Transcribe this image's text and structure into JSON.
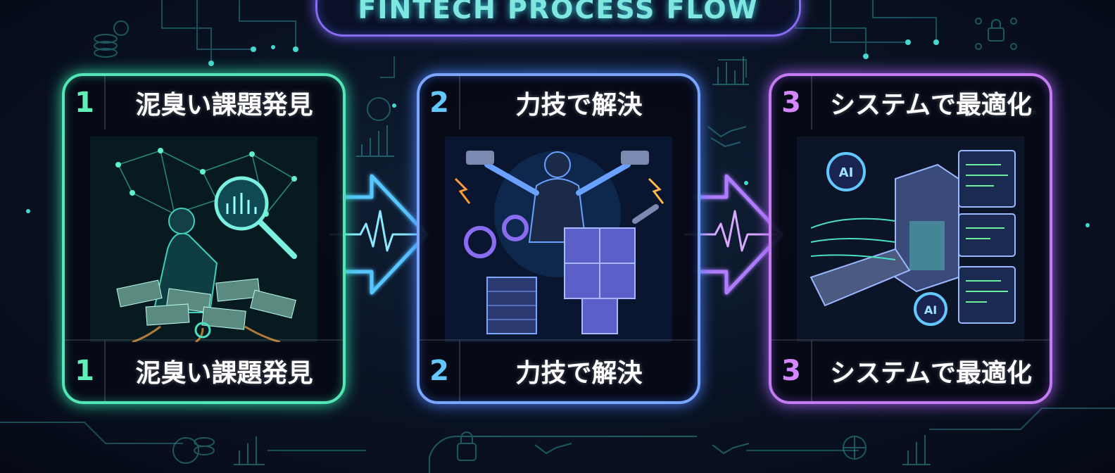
{
  "title": "FINTECH PROCESS FLOW",
  "steps": [
    {
      "number": "1",
      "title": "泥臭い課題発見",
      "footer_number": "1",
      "footer_title": "泥臭い課題発見",
      "color": "#54e6b6"
    },
    {
      "number": "2",
      "title": "力技で解決",
      "footer_number": "2",
      "footer_title": "力技で解決",
      "color": "#7aa6ff"
    },
    {
      "number": "3",
      "title": "システムで最適化",
      "footer_number": "3",
      "footer_title": "システムで最適化",
      "color": "#c57cf2"
    }
  ],
  "illustration_labels": {
    "ai_top": "AI",
    "ai_bottom": "AI"
  },
  "icons": [
    "money-stack-icon",
    "lock-network-icon",
    "bar-chart-icon",
    "dollar-coin-icon",
    "handshake-icon",
    "globe-icon",
    "padlock-icon",
    "magnifier-icon",
    "gear-icon",
    "hammer-icon",
    "wrench-icon",
    "server-icon"
  ],
  "colors": {
    "background": "#080d1a",
    "green": "#54e6b6",
    "blue": "#7aa6ff",
    "purple": "#c57cf2",
    "title": "#7fe6e0"
  }
}
